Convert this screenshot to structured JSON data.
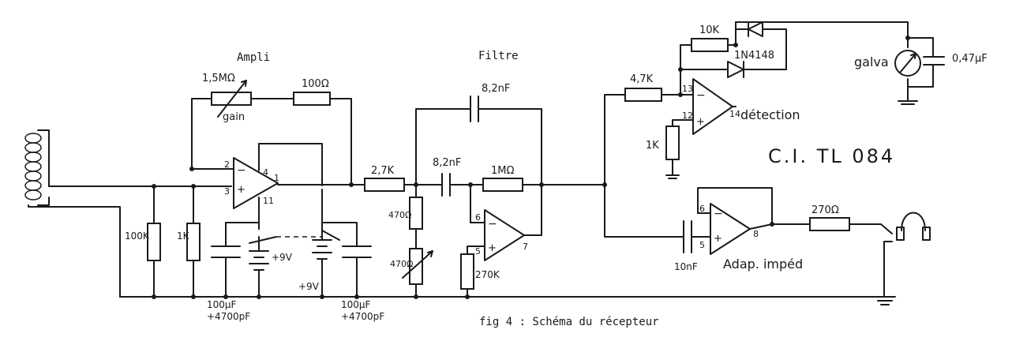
{
  "headings": {
    "ampli": "Ampli",
    "filtre": "Filtre"
  },
  "caption": "fig 4 : Schéma du récepteur",
  "chip": "C.I. TL 084",
  "blocks": {
    "detection": "détection",
    "adap": "Adap. impéd",
    "galva": "galva"
  },
  "components": {
    "r_1m5": "1,5MΩ",
    "gain": "gain",
    "r_100": "100Ω",
    "r_100k": "100K",
    "r_1k_in": "1K",
    "c_100uf_a": [
      "100µF",
      "+4700pF"
    ],
    "c_100uf_b": [
      "100µF",
      "+4700pF"
    ],
    "bat_a": "+9V",
    "bat_b": "+9V",
    "r_2k7": "2,7K",
    "c_8n2_top": "8,2nF",
    "c_8n2": "8,2nF",
    "r_1m": "1MΩ",
    "r_470": "470Ω",
    "pot_470": "470Ω",
    "r_270k": "270K",
    "r_4k7": "4,7K",
    "r_1k_det": "1K",
    "r_10k": "10K",
    "diode": "1N4148",
    "c_047": "0,47µF",
    "c_10n": "10nF",
    "r_270": "270Ω"
  },
  "pins": {
    "a_minus": "2",
    "a_plus": "3",
    "a_vcc": "4",
    "a_out": "1",
    "a_vee": "11",
    "f_minus": "6",
    "f_plus": "5",
    "f_out": "7",
    "d_minus": "13",
    "d_plus": "12",
    "d_out": "14",
    "b_minus": "6",
    "b_plus": "5",
    "b_out": "8"
  },
  "signs": {
    "minus": "−",
    "plus": "+"
  }
}
